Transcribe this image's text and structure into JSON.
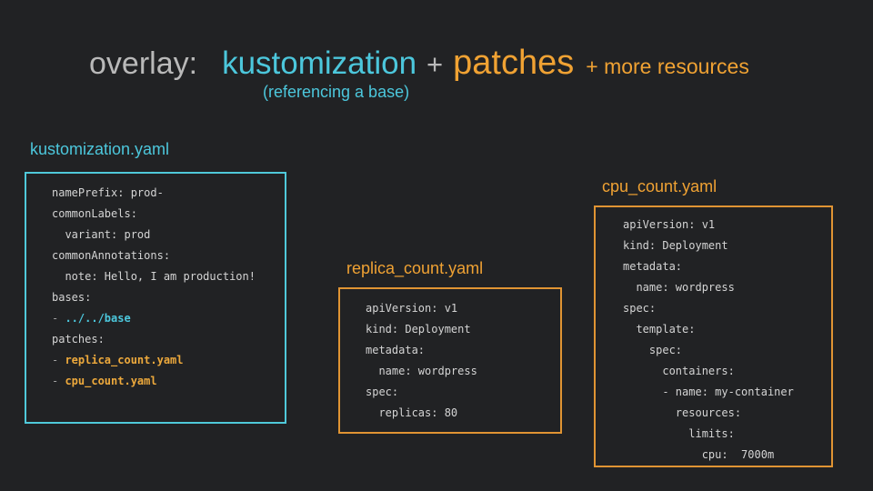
{
  "colors": {
    "background": "#212224",
    "accent_cyan": "#4cc7dc",
    "accent_orange": "#f0a233",
    "border_cyan": "#4fc9da",
    "border_orange": "#e09433",
    "code_text": "#d4d4d4",
    "code_orange_bold": "#eda93c",
    "title_gray": "#b9b9b9"
  },
  "title": {
    "overlay": "overlay:",
    "kustomization": "kustomization",
    "plus": "+",
    "patches": "patches",
    "more_resources": "+ more resources",
    "subtitle": "(referencing a base)"
  },
  "panels": [
    {
      "label": "kustomization.yaml",
      "accent": "cyan",
      "lines": [
        [
          [
            "namePrefix: prod-",
            "plain"
          ]
        ],
        [
          [
            "commonLabels:",
            "plain"
          ]
        ],
        [
          [
            "  variant: prod",
            "plain"
          ]
        ],
        [
          [
            "commonAnnotations:",
            "plain"
          ]
        ],
        [
          [
            "  note: Hello, I am production!",
            "plain"
          ]
        ],
        [
          [
            "bases:",
            "plain"
          ]
        ],
        [
          [
            "- ",
            "dim"
          ],
          [
            "../../base",
            "cyan"
          ]
        ],
        [
          [
            "patches:",
            "plain"
          ]
        ],
        [
          [
            "- ",
            "dim"
          ],
          [
            "replica_count.yaml",
            "orange"
          ]
        ],
        [
          [
            "- ",
            "dim"
          ],
          [
            "cpu_count.yaml",
            "orange"
          ]
        ]
      ]
    },
    {
      "label": "replica_count.yaml",
      "accent": "orange",
      "lines": [
        [
          [
            "apiVersion: v1",
            "plain"
          ]
        ],
        [
          [
            "kind: Deployment",
            "plain"
          ]
        ],
        [
          [
            "metadata:",
            "plain"
          ]
        ],
        [
          [
            "  name: wordpress",
            "plain"
          ]
        ],
        [
          [
            "spec:",
            "plain"
          ]
        ],
        [
          [
            "  replicas: 80",
            "plain"
          ]
        ]
      ]
    },
    {
      "label": "cpu_count.yaml",
      "accent": "orange",
      "lines": [
        [
          [
            "apiVersion: v1",
            "plain"
          ]
        ],
        [
          [
            "kind: Deployment",
            "plain"
          ]
        ],
        [
          [
            "metadata:",
            "plain"
          ]
        ],
        [
          [
            "  name: wordpress",
            "plain"
          ]
        ],
        [
          [
            "spec:",
            "plain"
          ]
        ],
        [
          [
            "  template:",
            "plain"
          ]
        ],
        [
          [
            "    spec:",
            "plain"
          ]
        ],
        [
          [
            "      containers:",
            "plain"
          ]
        ],
        [
          [
            "      - name: my-container",
            "plain"
          ]
        ],
        [
          [
            "        resources:",
            "plain"
          ]
        ],
        [
          [
            "          limits:",
            "plain"
          ]
        ],
        [
          [
            "            cpu:  7000m",
            "plain"
          ]
        ]
      ]
    }
  ]
}
